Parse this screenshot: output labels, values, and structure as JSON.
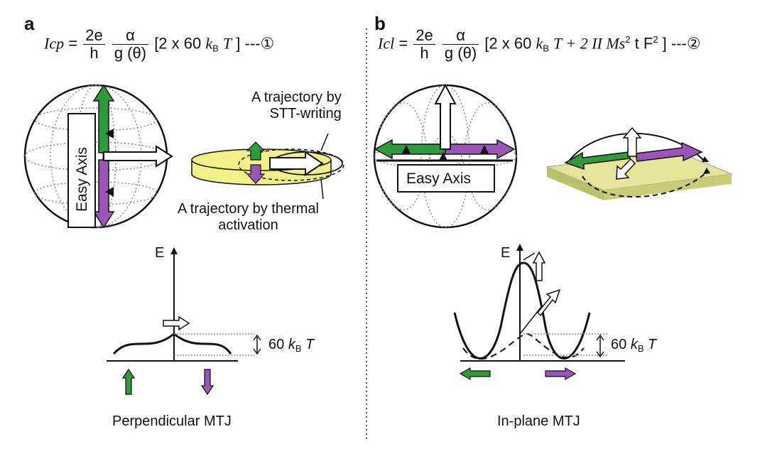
{
  "panels": {
    "a": {
      "label": "a",
      "equation": {
        "lhs": "Icp",
        "eq": "=",
        "frac1_num": "2e",
        "frac1_den": "h",
        "frac2_num": "α",
        "frac2_den": "g (θ)",
        "bracket_open": "[2 x 60",
        "k": "k",
        "k_sub": "B",
        "T": "T",
        "bracket_close": "]",
        "tag": "---①"
      },
      "sphere_label": "Easy Axis",
      "stt_label_line1": "A trajectory by",
      "stt_label_line2": "STT-writing",
      "thermal_label_line1": "A trajectory by thermal",
      "thermal_label_line2": "activation",
      "energy_axis": "E",
      "barrier_prefix": "60",
      "barrier_k": "k",
      "barrier_sub": "B",
      "barrier_T": "T",
      "caption": "Perpendicular MTJ"
    },
    "b": {
      "label": "b",
      "equation": {
        "lhs": "Icl",
        "eq": "=",
        "frac1_num": "2e",
        "frac1_den": "h",
        "frac2_num": "α",
        "frac2_den": "g (θ)",
        "bracket_open": "[2 x 60",
        "k": "k",
        "k_sub": "B",
        "T_plus": "T + 2 II Ms",
        "sup1": "2",
        "mid": " t F",
        "sup2": "2",
        "bracket_close": "]",
        "tag": "---②"
      },
      "sphere_label": "Easy Axis",
      "energy_axis": "E",
      "barrier_prefix": "60",
      "barrier_k": "k",
      "barrier_sub": "B",
      "barrier_T": "T",
      "caption": "In-plane MTJ"
    }
  },
  "colors": {
    "green": "#2e9a3c",
    "purple": "#9b55b9",
    "slab_yellow": "#f3f08a",
    "slab_olive": "#b8c26a",
    "line": "#111111"
  }
}
